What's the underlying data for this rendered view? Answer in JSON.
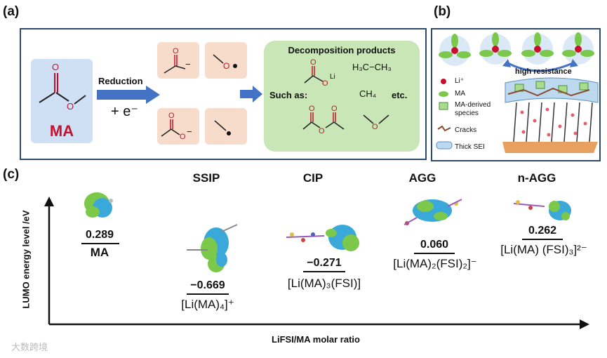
{
  "panel_a": {
    "label": "(a)",
    "ma_label": "MA",
    "arrow_label": "Reduction",
    "electron": "+ e⁻",
    "minus1": "−",
    "minus2": "−",
    "decomp_title": "Decomposition products",
    "li": "Li",
    "ethane": "H₃C−CH₃",
    "such_as": "Such as:",
    "methane": "CH₄",
    "etc": "etc."
  },
  "panel_b": {
    "label": "(b)",
    "high_resistance": "high resistance",
    "legend": [
      "Li⁺",
      "MA",
      "MA-derived species",
      "Cracks",
      "Thick SEI"
    ]
  },
  "panel_c": {
    "label": "(c)",
    "y_axis": "LUMO energy level /eV",
    "x_axis": "LiFSI/MA molar ratio",
    "groups": [
      {
        "title": "",
        "value": "0.289",
        "formula": "MA"
      },
      {
        "title": "SSIP",
        "value": "−0.669",
        "formula": "[Li(MA)₄]⁺"
      },
      {
        "title": "CIP",
        "value": "−0.271",
        "formula": "[Li(MA)₃(FSI)]"
      },
      {
        "title": "AGG",
        "value": "0.060",
        "formula": "[Li(MA)₂(FSI)₂]⁻"
      },
      {
        "title": "n-AGG",
        "value": "0.262",
        "formula": "[Li(MA) (FSI)₃]²⁻"
      }
    ]
  },
  "watermark": "大数跨境",
  "colors": {
    "frame": "#2e4a6b",
    "ma_red": "#c8102e",
    "arrow": "#4472c4",
    "orbital_blue": "#3aa8d8",
    "orbital_green": "#7cc84a"
  }
}
